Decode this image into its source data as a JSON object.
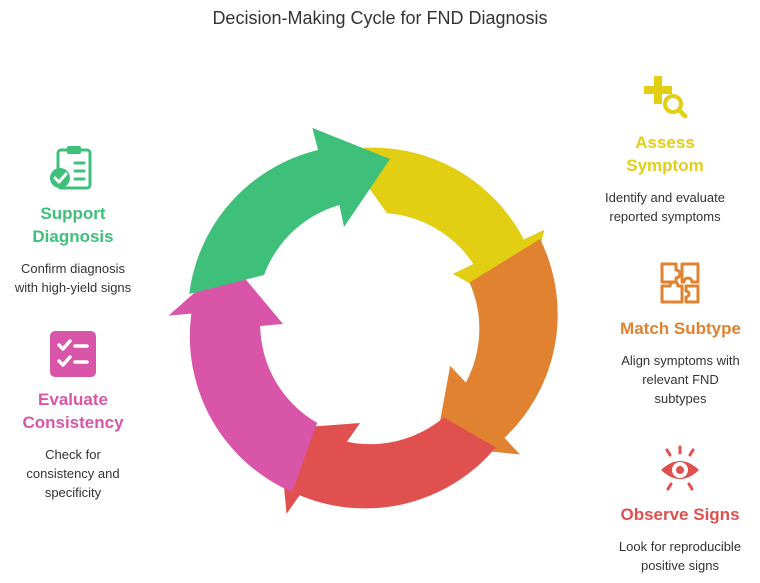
{
  "title": "Decision-Making Cycle for FND Diagnosis",
  "steps": [
    {
      "heading_line1": "Assess",
      "heading_line2": "Symptom",
      "desc_line1": "Identify and evaluate",
      "desc_line2": "reported symptoms",
      "desc_line3": "",
      "color": "#E2CE13",
      "icon": "plus-magnifier-icon"
    },
    {
      "heading_line1": "Match Subtype",
      "heading_line2": "",
      "desc_line1": "Align symptoms with",
      "desc_line2": "relevant FND",
      "desc_line3": "subtypes",
      "color": "#E0822F",
      "icon": "puzzle-icon"
    },
    {
      "heading_line1": "Observe Signs",
      "heading_line2": "",
      "desc_line1": "Look for reproducible",
      "desc_line2": "positive signs",
      "desc_line3": "",
      "color": "#E0504F",
      "icon": "eye-icon"
    },
    {
      "heading_line1": "Evaluate",
      "heading_line2": "Consistency",
      "desc_line1": "Check for",
      "desc_line2": "consistency and",
      "desc_line3": "specificity",
      "color": "#D955A8",
      "icon": "checklist-icon"
    },
    {
      "heading_line1": "Support",
      "heading_line2": "Diagnosis",
      "desc_line1": "Confirm diagnosis",
      "desc_line2": "with high-yield signs",
      "desc_line3": "",
      "color": "#3EC07A",
      "icon": "clipboard-check-icon"
    }
  ]
}
